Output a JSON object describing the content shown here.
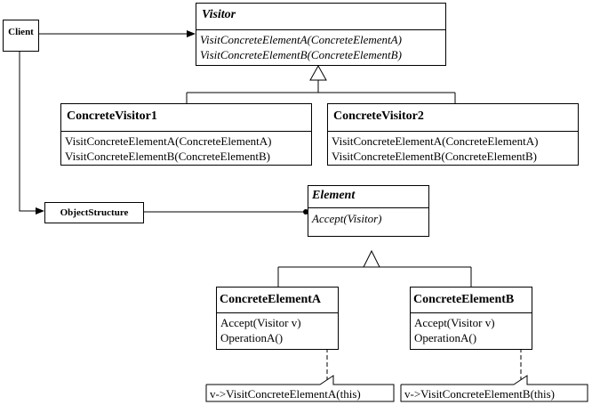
{
  "client": {
    "label": "Client"
  },
  "visitor": {
    "name": "Visitor",
    "operations": [
      "VisitConcreteElementA(ConcreteElementA)",
      "VisitConcreteElementB(ConcreteElementB)"
    ]
  },
  "concrete_visitor_1": {
    "name": "ConcreteVisitor1",
    "operations": [
      "VisitConcreteElementA(ConcreteElementA)",
      "VisitConcreteElementB(ConcreteElementB)"
    ]
  },
  "concrete_visitor_2": {
    "name": "ConcreteVisitor2",
    "operations": [
      "VisitConcreteElementA(ConcreteElementA)",
      "VisitConcreteElementB(ConcreteElementB)"
    ]
  },
  "object_structure": {
    "name": "ObjectStructure"
  },
  "element": {
    "name": "Element",
    "operations": [
      "Accept(Visitor)"
    ]
  },
  "concrete_element_a": {
    "name": "ConcreteElementA",
    "operations": [
      "Accept(Visitor v)",
      "OperationA()"
    ],
    "note": "v->VisitConcreteElementA(this)"
  },
  "concrete_element_b": {
    "name": "ConcreteElementB",
    "operations": [
      "Accept(Visitor v)",
      "OperationA()"
    ],
    "note": "v->VisitConcreteElementB(this)"
  },
  "colors": {
    "line": "#000000",
    "background": "#ffffff"
  }
}
